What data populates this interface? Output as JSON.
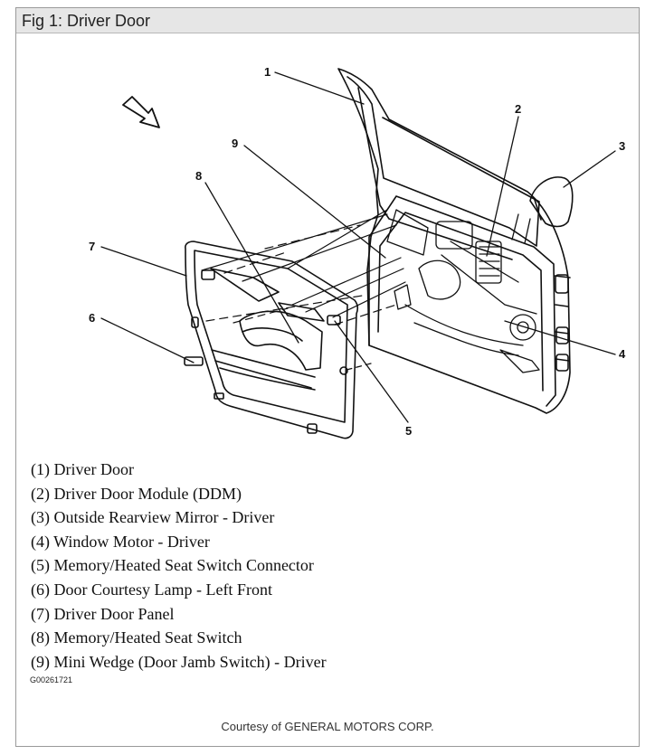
{
  "title": "Fig 1: Driver Door",
  "callouts": [
    "1",
    "2",
    "3",
    "4",
    "5",
    "6",
    "7",
    "8",
    "9"
  ],
  "legend": [
    "(1) Driver Door",
    "(2) Driver Door Module (DDM)",
    "(3) Outside Rearview Mirror - Driver",
    "(4) Window Motor - Driver",
    "(5) Memory/Heated Seat Switch Connector",
    "(6) Door Courtesy Lamp - Left Front",
    "(7) Driver Door Panel",
    "(8) Memory/Heated Seat Switch",
    "(9) Mini Wedge (Door Jamb Switch) - Driver"
  ],
  "figure_code": "G00261721",
  "courtesy": "Courtesy of GENERAL MOTORS CORP."
}
